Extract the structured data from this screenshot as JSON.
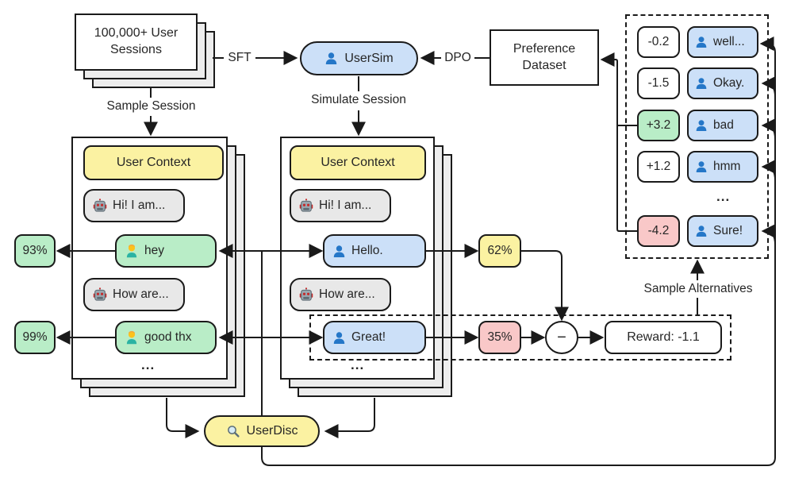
{
  "colors": {
    "line": "#1a1a1a",
    "text": "#262626",
    "blue": "#cce0f8",
    "green": "#b9edc7",
    "yellow": "#fbf2a2",
    "pink": "#f9c8c8",
    "gray": "#e8e8e8",
    "sheet": "#ededed",
    "iconblue": "#2577c8"
  },
  "top": {
    "sessions_line1": "100,000+ User",
    "sessions_line2": "Sessions",
    "sft": "SFT",
    "dpo": "DPO",
    "usersim": "UserSim",
    "preference_line1": "Preference",
    "preference_line2": "Dataset",
    "sample_session": "Sample Session",
    "simulate_session": "Simulate Session"
  },
  "real_card": {
    "title": "User Context",
    "assistant_msg1": "Hi! I am...",
    "user_msg1": "hey",
    "user_msg1_score": "93%",
    "assistant_msg2": "How are...",
    "user_msg2": "good thx",
    "user_msg2_score": "99%",
    "ellipsis": "..."
  },
  "sim_card": {
    "title": "User Context",
    "assistant_msg1": "Hi! I am...",
    "sim_msg1": "Hello.",
    "sim_msg1_score": "62%",
    "assistant_msg2": "How are...",
    "sim_msg2": "Great!",
    "sim_msg2_score": "35%",
    "ellipsis": "..."
  },
  "reward": {
    "minus": "−",
    "label": "Reward: -1.1"
  },
  "alternatives": {
    "caption": "Sample Alternatives",
    "ellipsis": "...",
    "rows": [
      {
        "score": "-0.2",
        "text": "well..."
      },
      {
        "score": "-1.5",
        "text": "Okay."
      },
      {
        "score": "+3.2",
        "text": "bad"
      },
      {
        "score": "+1.2",
        "text": "hmm"
      },
      {
        "score": "-4.2",
        "text": "Sure!"
      }
    ]
  },
  "userdisc": "UserDisc",
  "icons": {
    "robot": "robot-emoji-icon",
    "user_green": "person-emoji-icon",
    "user_blue": "user-silhouette-icon",
    "magnifier": "magnifier-icon"
  }
}
